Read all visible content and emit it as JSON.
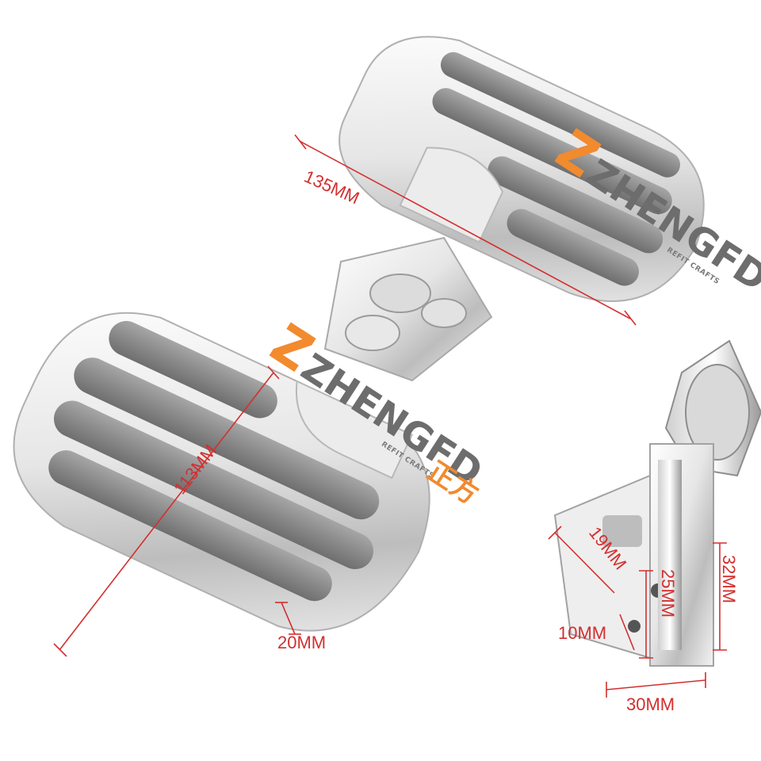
{
  "dimensions": {
    "length_top": "135MM",
    "width_left": "113MM",
    "rib_height": "20MM",
    "clevis_gap": "19MM",
    "pin_spacing": "25MM",
    "hole_diameter": "10MM",
    "clevis_height": "32MM",
    "clevis_width": "30MM"
  },
  "watermark": {
    "brand": "ZHENGFD",
    "tagline": "REFIT CRAFTS",
    "cjk": "正方"
  },
  "colors": {
    "dimension": "#d32f2f",
    "watermark_accent": "#f28a2e",
    "watermark_gray": "#6d6d6d",
    "chrome_light": "#f4f4f4",
    "chrome_dark": "#9a9a9a",
    "rubber": "#8c8c8c"
  }
}
